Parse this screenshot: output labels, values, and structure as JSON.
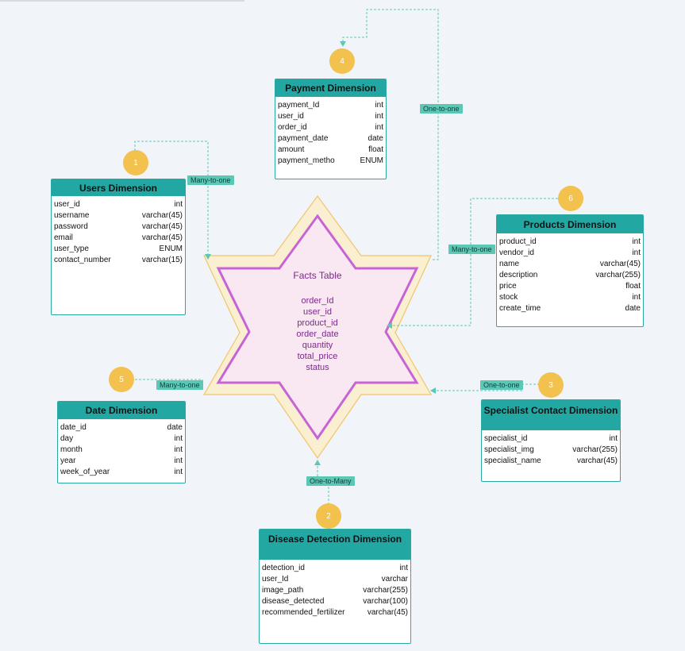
{
  "facts": {
    "title": "Facts Table",
    "fields": [
      "order_Id",
      "user_id",
      "product_id",
      "order_date",
      "quantity",
      "total_price",
      "status"
    ]
  },
  "tables": {
    "payment": {
      "title": "Payment Dimension",
      "rows": [
        [
          "payment_Id",
          "int"
        ],
        [
          "user_id",
          "int"
        ],
        [
          "order_id",
          "int"
        ],
        [
          "payment_date",
          "date"
        ],
        [
          "amount",
          "float"
        ],
        [
          "payment_metho",
          "ENUM"
        ]
      ]
    },
    "users": {
      "title": "Users Dimension",
      "rows": [
        [
          "user_id",
          "int"
        ],
        [
          "username",
          "varchar(45)"
        ],
        [
          "password",
          "varchar(45)"
        ],
        [
          "email",
          "varchar(45)"
        ],
        [
          "user_type",
          "ENUM"
        ],
        [
          "contact_number",
          "varchar(15)"
        ]
      ]
    },
    "products": {
      "title": "Products Dimension",
      "rows": [
        [
          "product_id",
          "int"
        ],
        [
          "vendor_id",
          "int"
        ],
        [
          "name",
          "varchar(45)"
        ],
        [
          "description",
          "varchar(255)"
        ],
        [
          "price",
          "float"
        ],
        [
          "stock",
          "int"
        ],
        [
          "create_time",
          "date"
        ]
      ]
    },
    "date": {
      "title": "Date Dimension",
      "rows": [
        [
          "date_id",
          "date"
        ],
        [
          "day",
          "int"
        ],
        [
          "month",
          "int"
        ],
        [
          "year",
          "int"
        ],
        [
          "week_of_year",
          "int"
        ]
      ]
    },
    "specialist": {
      "title": "Specialist Contact Dimension",
      "rows": [
        [
          "specialist_id",
          "int"
        ],
        [
          "specialist_img",
          "varchar(255)"
        ],
        [
          "specialist_name",
          "varchar(45)"
        ]
      ]
    },
    "disease": {
      "title": "Disease Detection Dimension",
      "rows": [
        [
          "detection_id",
          "int"
        ],
        [
          "user_Id",
          "varchar"
        ],
        [
          "image_path",
          "varchar(255)"
        ],
        [
          "disease_detected",
          "varchar(100)"
        ],
        [
          "recommended_fertilizer",
          "varchar(45)"
        ]
      ]
    }
  },
  "badges": {
    "payment": "4",
    "users": "1",
    "products": "6",
    "date": "5",
    "specialist": "3",
    "disease": "2"
  },
  "relations": {
    "payment": "One-to-one",
    "users": "Many-to-one",
    "products": "Many-to-one",
    "date": "Many-to-one",
    "specialist": "One-to-one",
    "disease": "One-to-Many"
  },
  "colors": {
    "table_border": "#2aa8a4",
    "table_header": "#22a7a3",
    "connector": "#5dc7b5",
    "badge": "#f2c14e",
    "star_outer": "#fbefd2",
    "star_inner_stroke": "#c664d6",
    "star_inner_fill": "#f9e7f1",
    "facts_text": "#7a2a8a"
  }
}
